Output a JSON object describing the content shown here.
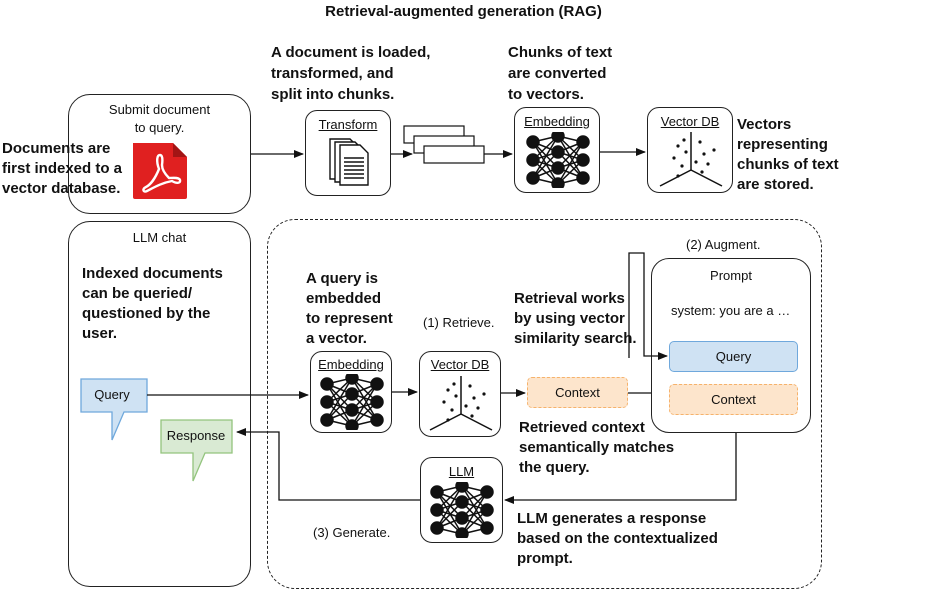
{
  "title": "Retrieval-augmented generation (RAG)",
  "ingest": {
    "submit_box_label": "Submit document\nto query.",
    "documents_note": "Documents are\nfirst indexed to a\nvector database.",
    "loaded_note": "A document is loaded,\ntransformed, and\nsplit into chunks.",
    "chunks_note": "Chunks of text\nare converted\nto vectors.",
    "transform_label": "Transform",
    "embedding_label": "Embedding",
    "vectordb_label": "Vector DB",
    "vectors_note": "Vectors\nrepresenting\nchunks of text\nare stored."
  },
  "chat": {
    "panel_title": "LLM chat",
    "indexed_note": "Indexed documents\ncan be queried/\nquestioned by the\nuser.",
    "query_bubble": "Query",
    "response_bubble": "Response"
  },
  "pipeline": {
    "augment_label": "(2) Augment.",
    "prompt_title": "Prompt",
    "system_text": "system: you are a …",
    "prompt_query": "Query",
    "prompt_context": "Context",
    "query_embedded_note": "A query is\nembedded\nto represent\na vector.",
    "retrieve_label": "(1) Retrieve.",
    "retrieval_note": "Retrieval works\nby using vector\nsimilarity search.",
    "embedding_label": "Embedding",
    "vectordb_label": "Vector DB",
    "context_label": "Context",
    "retrieved_note": "Retrieved context\nsemantically matches\nthe query.",
    "llm_label": "LLM",
    "generate_label": "(3) Generate.",
    "llm_note": "LLM generates a response\nbased on the contextualized\nprompt."
  },
  "colors": {
    "query_fill": "#cfe2f3",
    "query_border": "#6fa8dc",
    "context_fill": "#fde5cc",
    "context_border": "#f6b26b",
    "response_fill": "#d9ead3",
    "response_border": "#93c47d",
    "pdf_red": "#e02020"
  },
  "icons": [
    "pdf-icon",
    "documents-icon",
    "neural-network-icon",
    "vector-scatter-icon",
    "chunks-icon"
  ]
}
